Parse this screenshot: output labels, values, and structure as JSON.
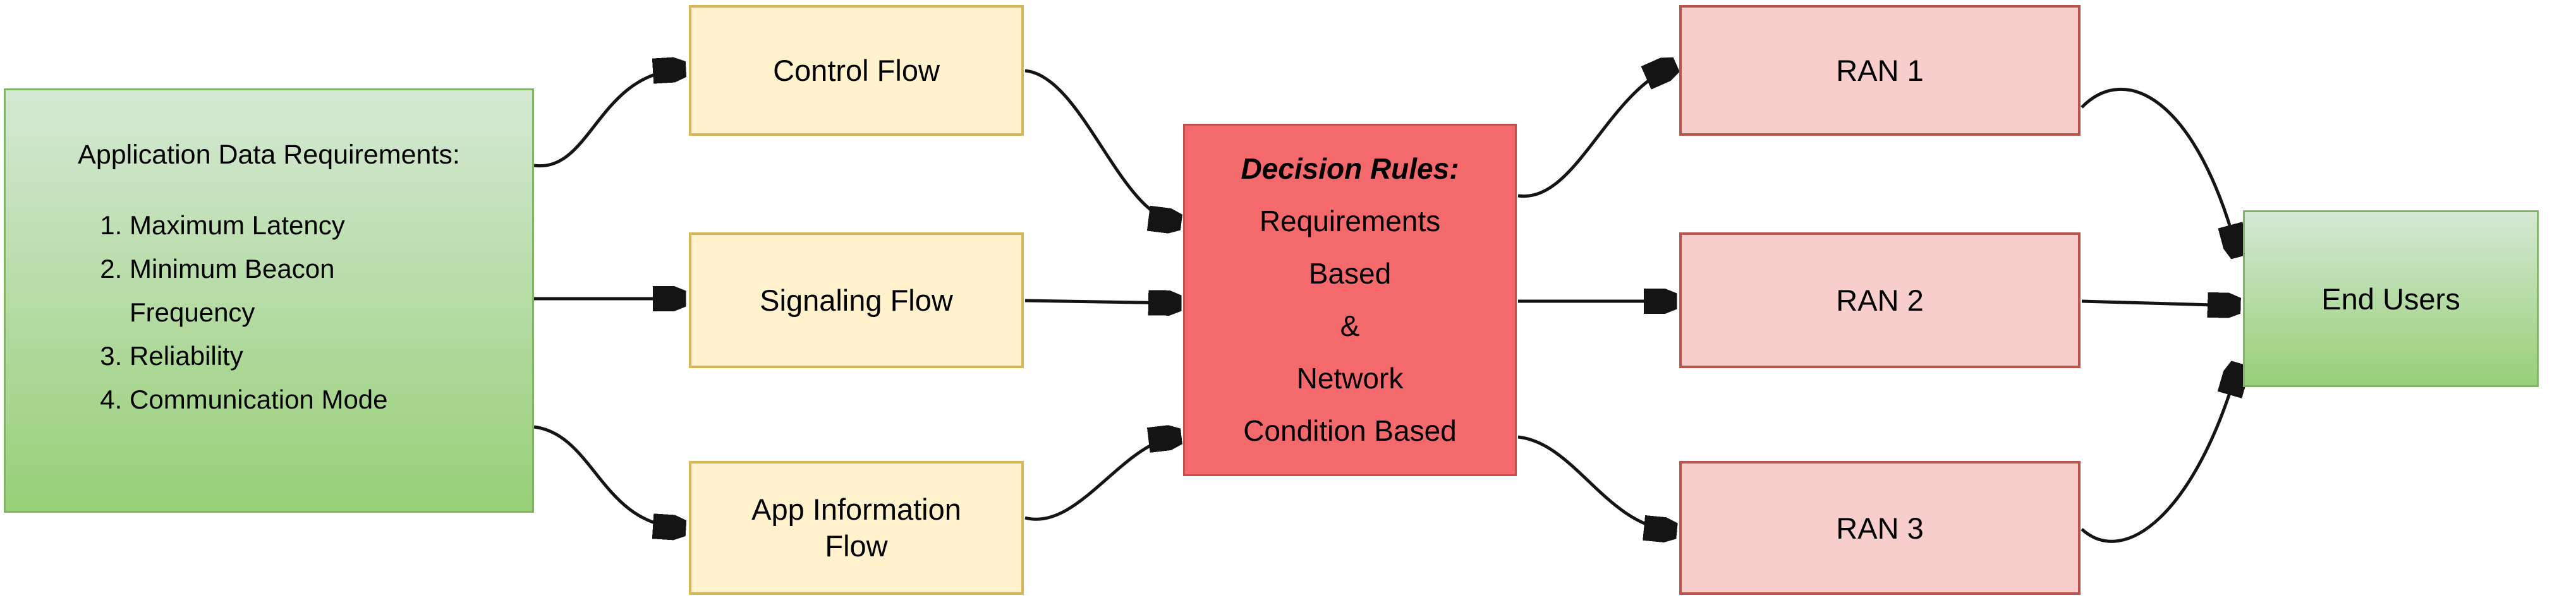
{
  "diagram": {
    "background": "#ffffff",
    "arrow_color": "#141414",
    "nodes": {
      "requirements": {
        "title": "Application Data Requirements:",
        "items": [
          "Maximum Latency",
          "Minimum Beacon\nFrequency",
          "Reliability",
          "Communication Mode"
        ],
        "fill_top": "#d5e8d4",
        "fill_bottom": "#97d077",
        "border": "#82b366"
      },
      "control_flow": {
        "label": "Control Flow",
        "fill": "#fff2cc",
        "border": "#d6b656"
      },
      "signaling_flow": {
        "label": "Signaling Flow",
        "fill": "#fff2cc",
        "border": "#d6b656"
      },
      "app_information_flow": {
        "label": "App Information\nFlow",
        "fill": "#fff2cc",
        "border": "#d6b656"
      },
      "decision_rules": {
        "title": "Decision Rules:",
        "body": "Requirements\nBased\n&\nNetwork\nCondition Based",
        "fill": "#f4696b",
        "border": "#c0504d"
      },
      "ran1": {
        "label": "RAN 1",
        "fill": "#f8cecc",
        "border": "#b85450"
      },
      "ran2": {
        "label": "RAN 2",
        "fill": "#f8cecc",
        "border": "#b85450"
      },
      "ran3": {
        "label": "RAN 3",
        "fill": "#f8cecc",
        "border": "#b85450"
      },
      "end_users": {
        "label": "End Users",
        "fill_top": "#d5e8d4",
        "fill_bottom": "#97d077",
        "border": "#82b366"
      }
    },
    "edges": [
      {
        "from": "requirements",
        "to": "control_flow",
        "shape": "curved"
      },
      {
        "from": "requirements",
        "to": "signaling_flow",
        "shape": "straight"
      },
      {
        "from": "requirements",
        "to": "app_information_flow",
        "shape": "curved"
      },
      {
        "from": "control_flow",
        "to": "decision_rules",
        "shape": "curved"
      },
      {
        "from": "signaling_flow",
        "to": "decision_rules",
        "shape": "straight"
      },
      {
        "from": "app_information_flow",
        "to": "decision_rules",
        "shape": "curved"
      },
      {
        "from": "decision_rules",
        "to": "ran1",
        "shape": "curved"
      },
      {
        "from": "decision_rules",
        "to": "ran2",
        "shape": "straight"
      },
      {
        "from": "decision_rules",
        "to": "ran3",
        "shape": "curved"
      },
      {
        "from": "ran1",
        "to": "end_users",
        "shape": "curved"
      },
      {
        "from": "ran2",
        "to": "end_users",
        "shape": "straight"
      },
      {
        "from": "ran3",
        "to": "end_users",
        "shape": "curved"
      }
    ]
  }
}
